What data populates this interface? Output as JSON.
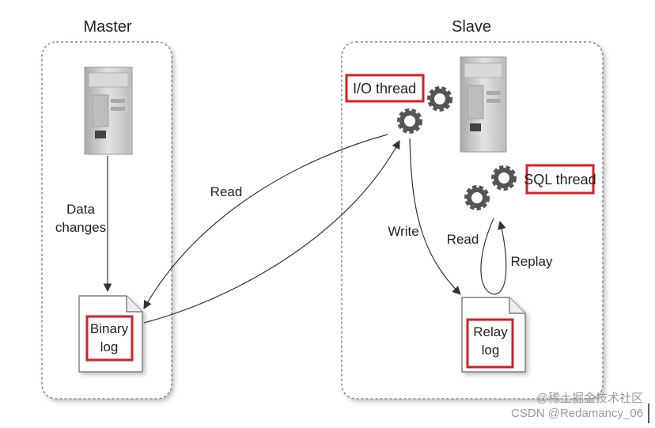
{
  "master": {
    "title": "Master",
    "data_changes_line1": "Data",
    "data_changes_line2": "changes",
    "binary_log_line1": "Binary",
    "binary_log_line2": "log"
  },
  "slave": {
    "title": "Slave",
    "io_thread": "I/O thread",
    "sql_thread": "SQL thread",
    "relay_log_line1": "Relay",
    "relay_log_line2": "log"
  },
  "arrows": {
    "read_master": "Read",
    "write": "Write",
    "read_slave": "Read",
    "replay": "Replay"
  },
  "watermark": {
    "line1": "@稀土掘金技术社区",
    "line2": "CSDN @Redamancy_06"
  },
  "colors": {
    "highlight": "#d41f26",
    "border": "#888888",
    "server": "#c9c9c9"
  },
  "icons": [
    "server-icon",
    "gear-icon",
    "document-icon"
  ]
}
